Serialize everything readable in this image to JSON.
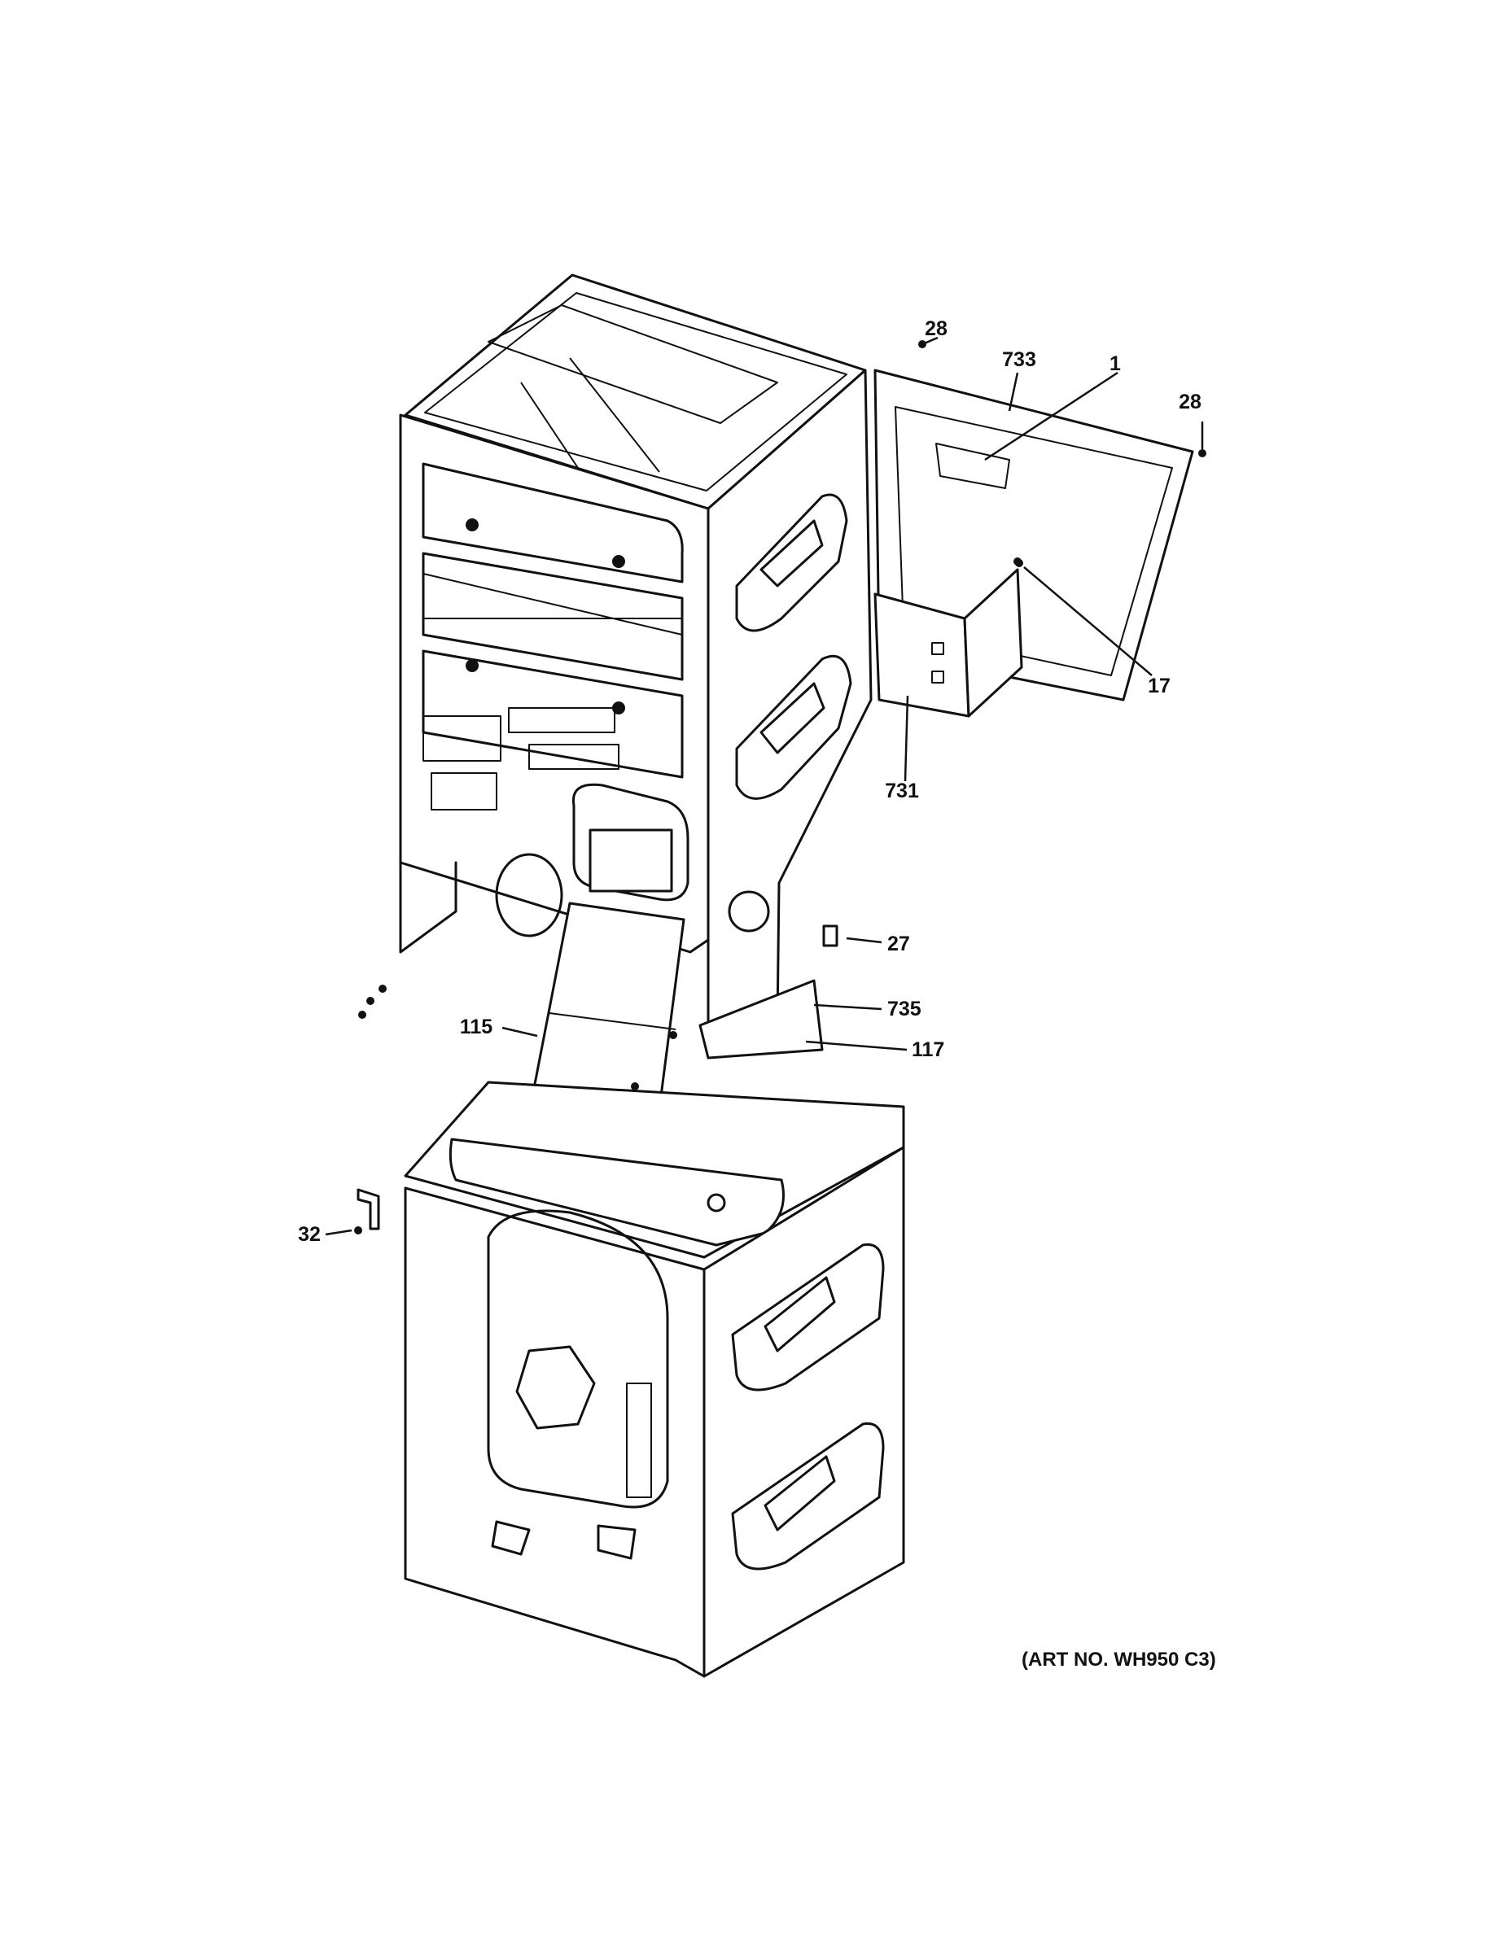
{
  "diagram": {
    "callouts": {
      "c28a": "28",
      "c733": "733",
      "c1": "1",
      "c28b": "28",
      "c17": "17",
      "c731": "731",
      "c27": "27",
      "c735": "735",
      "c115": "115",
      "c117": "117",
      "c32": "32"
    },
    "art_number": "(ART NO. WH950 C3)"
  }
}
